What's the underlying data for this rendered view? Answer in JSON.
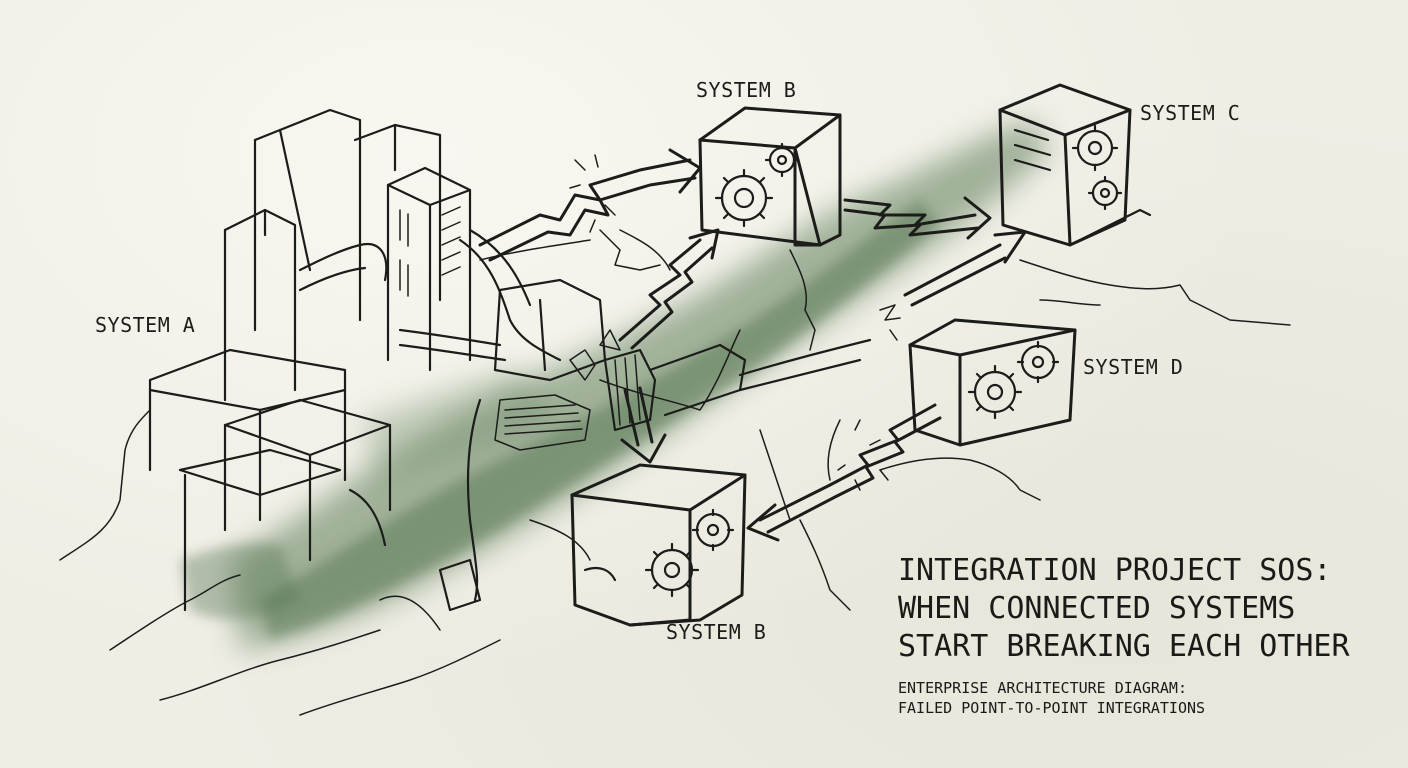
{
  "labels": {
    "system_a": "SYSTEM A",
    "system_b_top": "SYSTEM B",
    "system_c": "SYSTEM C",
    "system_d": "SYSTEM D",
    "system_b_bottom": "SYSTEM B"
  },
  "title": {
    "line1": "INTEGRATION PROJECT SOS:",
    "line2": "WHEN CONNECTED SYSTEMS",
    "line3": "START BREAKING EACH OTHER"
  },
  "subtitle": {
    "line1": "ENTERPRISE ARCHITECTURE DIAGRAM:",
    "line2": "FAILED POINT-TO-POINT INTEGRATIONS"
  },
  "colors": {
    "ink": "#1c1c1a",
    "paper": "#efede4",
    "watercolor": "#5f7f5a"
  },
  "icons": [
    "gear-icon",
    "lightning-bolt-icon",
    "arrow-icon",
    "server-icon",
    "crack-icon"
  ]
}
